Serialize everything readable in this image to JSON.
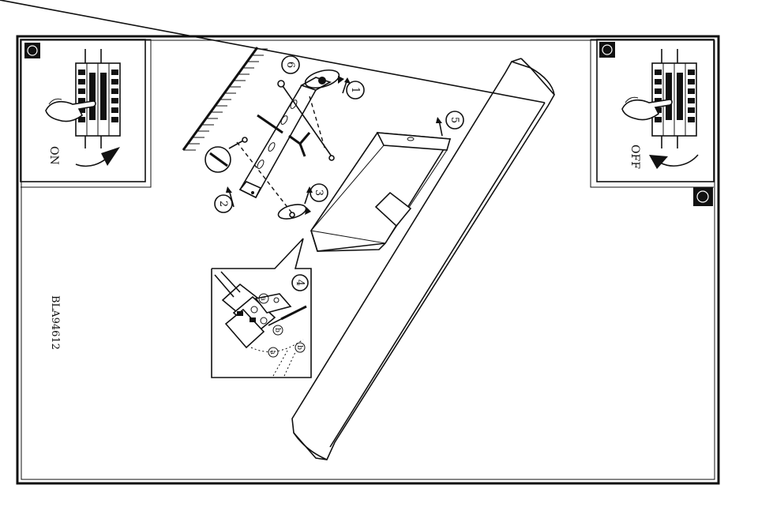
{
  "labels": {
    "on": "ON",
    "off": "OFF",
    "model_code": "BLA94612"
  },
  "steps": {
    "s1": "1",
    "s2": "2",
    "s3": "3",
    "s4": "4",
    "s5": "5",
    "s6": "6"
  },
  "detail_marks": {
    "a1": "a",
    "a2": "a",
    "b1": "b",
    "b2": "b"
  }
}
